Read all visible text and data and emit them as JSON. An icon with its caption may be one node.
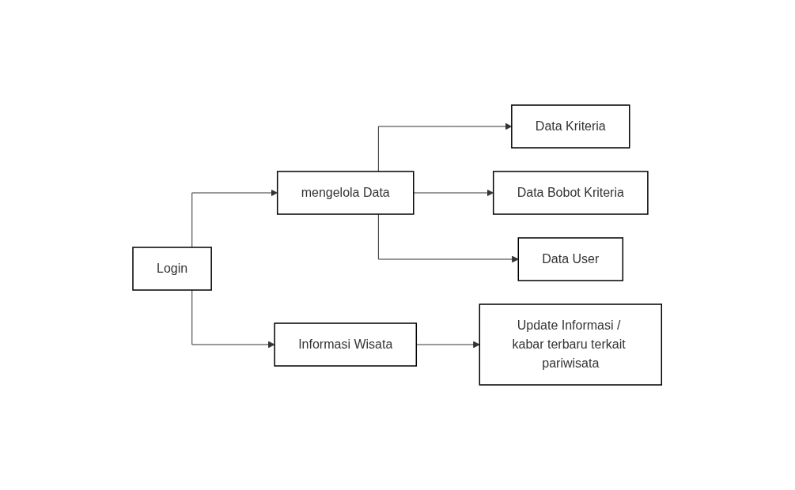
{
  "diagram": {
    "nodes": [
      {
        "text": [
          "Login"
        ]
      },
      {
        "text": [
          "mengelola Data"
        ]
      },
      {
        "text": [
          "Informasi Wisata"
        ]
      },
      {
        "text": [
          "Data Kriteria"
        ]
      },
      {
        "text": [
          "Data Bobot Kriteria"
        ]
      },
      {
        "text": [
          "Data User"
        ]
      },
      {
        "text": [
          "Update Informasi / kabar terbaru terkait pariwisata"
        ]
      }
    ],
    "edges": [
      {
        "from": 0,
        "to": 1,
        "arrow": "to"
      },
      {
        "from": 0,
        "to": 2,
        "arrow": "to"
      },
      {
        "from": 1,
        "to": 3,
        "arrow": "to"
      },
      {
        "from": 1,
        "to": 4,
        "arrow": "to"
      },
      {
        "from": 1,
        "to": 5,
        "arrow": "to"
      },
      {
        "from": 2,
        "to": 6,
        "arrow": "to"
      }
    ]
  }
}
